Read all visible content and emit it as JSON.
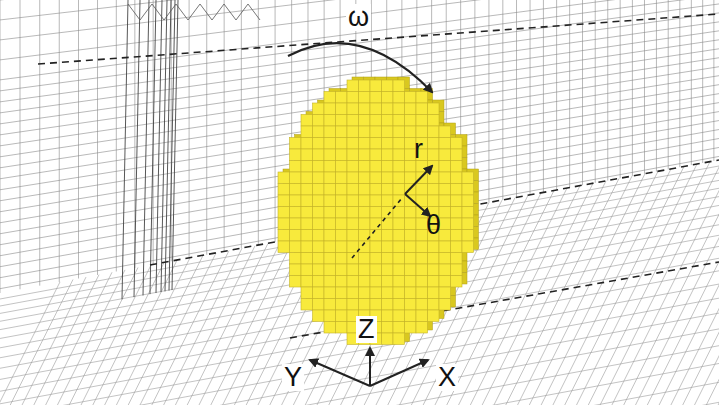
{
  "diagram": {
    "labels": [
      "ω",
      "r",
      "θ",
      "Z",
      "Y",
      "X"
    ]
  }
}
